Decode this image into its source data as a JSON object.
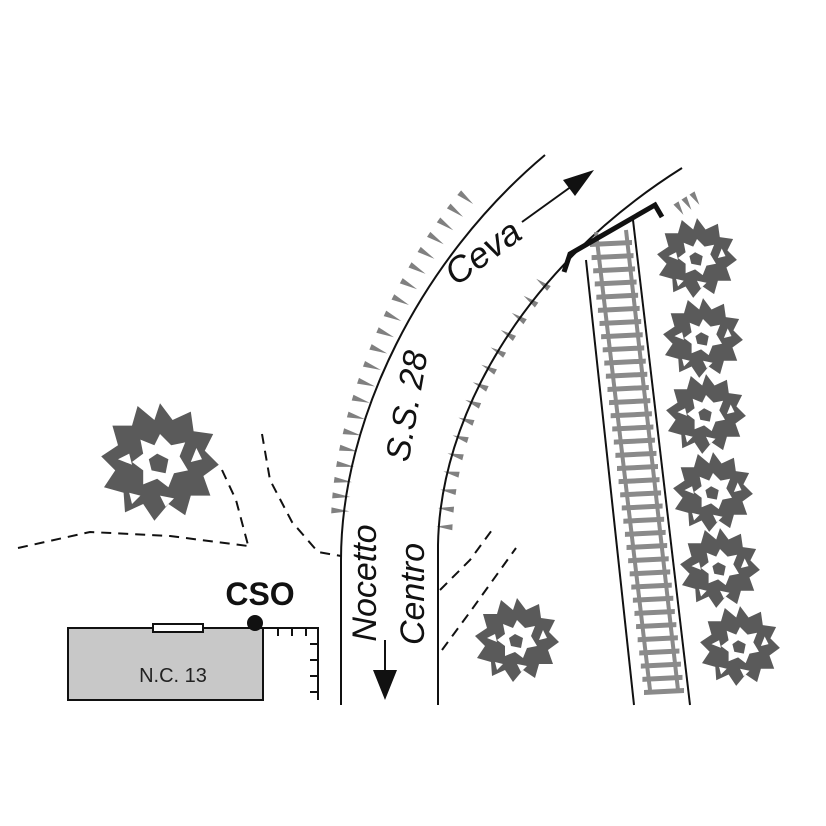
{
  "labels": {
    "road_name": "S.S. 28",
    "direction_north": "Ceva",
    "direction_south_1": "Nocetto",
    "direction_south_2": "Centro",
    "point_label": "CSO",
    "building_label": "N.C. 13"
  },
  "colors": {
    "line": "#111111",
    "tree_fill": "#5a5a5a",
    "building_fill": "#c8c8c8",
    "rail": "#8a8a8a",
    "embankment": "#808080"
  },
  "icons": {
    "tree": "tree-icon",
    "point": "survey-point-icon"
  }
}
